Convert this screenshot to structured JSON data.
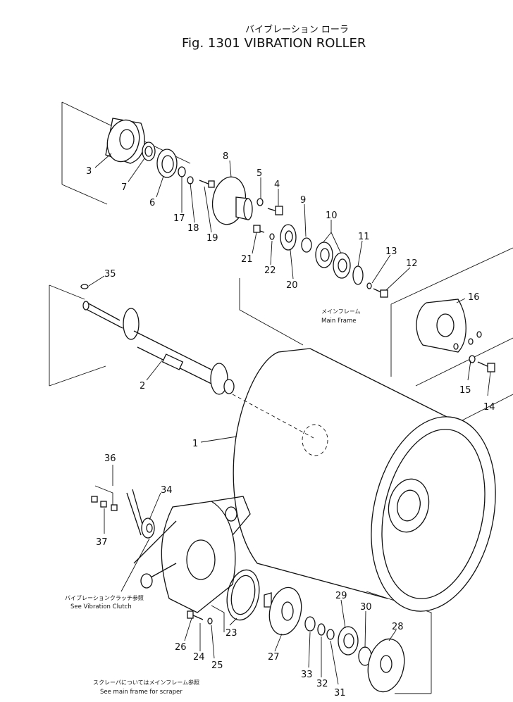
{
  "title": {
    "jp": "バイブレーション ローラ",
    "en": "Fig. 1301 VIBRATION ROLLER"
  },
  "notes": {
    "main_frame_jp": "メインフレーム",
    "main_frame_en": "Main Frame",
    "vib_clutch_jp": "バイブレーションクラッチ参照",
    "vib_clutch_en": "See Vibration Clutch",
    "scraper_jp": "スクレーパについてはメインフレーム参照",
    "scraper_en": "See main frame for scraper"
  },
  "parts": [
    "1",
    "2",
    "3",
    "4",
    "5",
    "6",
    "7",
    "8",
    "9",
    "10",
    "11",
    "12",
    "13",
    "14",
    "15",
    "16",
    "17",
    "18",
    "19",
    "20",
    "21",
    "22",
    "23",
    "24",
    "25",
    "26",
    "27",
    "28",
    "29",
    "30",
    "31",
    "32",
    "33",
    "34",
    "35",
    "36",
    "37"
  ]
}
